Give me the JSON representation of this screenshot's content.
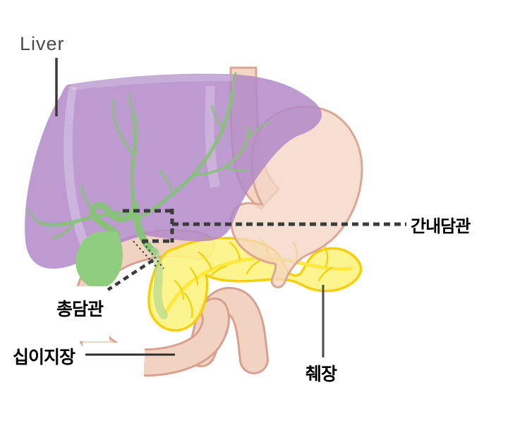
{
  "figure": {
    "type": "anatomical-diagram",
    "subject": "Liver, biliary tract, gallbladder, stomach, duodenum and pancreas"
  },
  "labels": {
    "liver": "Liver",
    "intrahepatic_bile_duct": "간내담관",
    "common_bile_duct": "총담관",
    "duodenum": "십이지장",
    "pancreas": "췌장"
  },
  "colors": {
    "liver_purple": "#b18ac9",
    "bile_duct_green": "#85c474",
    "gallbladder_green": "#8fce7e",
    "organ_peach": "#f3d6c4",
    "organ_outline": "#dca595",
    "pancreas_yellow": "#fcf382",
    "pancreas_outline": "#f8cf05",
    "pancreatic_duct_yellow": "#ffe93e",
    "pointer_dark": "#3b3b3b",
    "liver_label_text": "#4b4b4b",
    "label_text": "#000000",
    "label_box_bg": "#ffffff"
  }
}
